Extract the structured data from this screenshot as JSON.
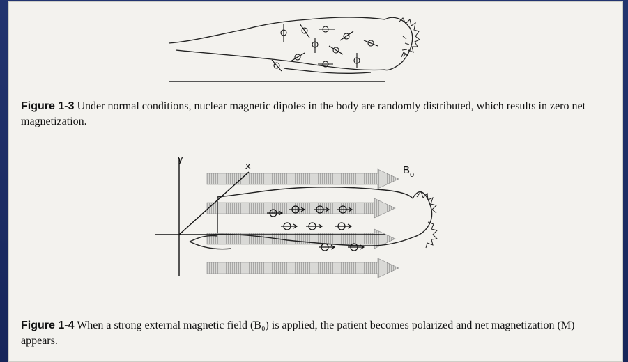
{
  "figure_1_3": {
    "label": "Figure 1-3",
    "caption": "Under normal conditions, nuclear magnetic dipoles in the body are randomly distributed, which results in zero net magnetization."
  },
  "figure_1_4": {
    "label": "Figure 1-4",
    "caption": "When a strong external magnetic field (B₀) is applied, the patient becomes polarized and net magnetization (M) appears.",
    "axis_y": "y",
    "axis_x": "x",
    "field_label": "B",
    "field_subscript": "o"
  }
}
